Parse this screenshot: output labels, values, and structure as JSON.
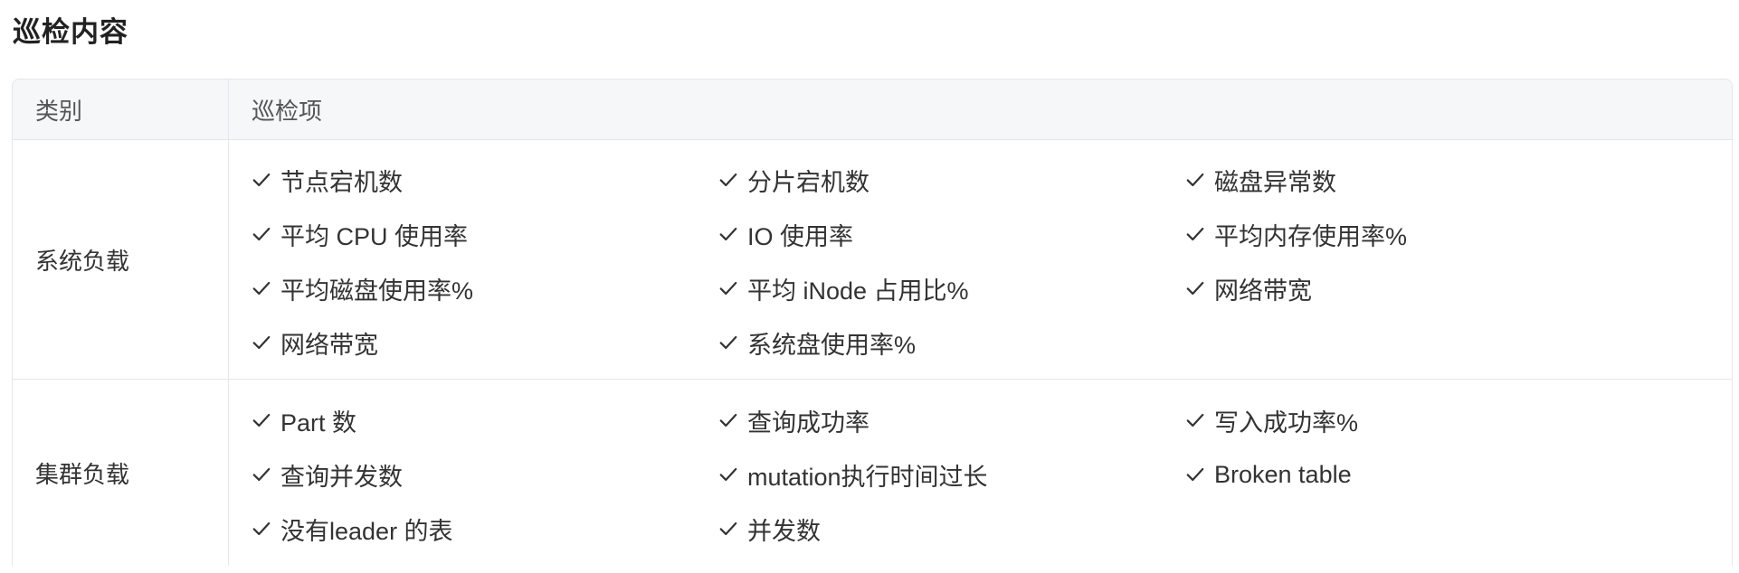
{
  "title": "巡检内容",
  "table": {
    "headers": {
      "category": "类别",
      "items": "巡检项"
    },
    "rows": [
      {
        "category": "系统负载",
        "items": [
          "节点宕机数",
          "分片宕机数",
          "磁盘异常数",
          "平均 CPU 使用率",
          "IO 使用率",
          "平均内存使用率%",
          "平均磁盘使用率%",
          "平均 iNode 占用比%",
          "网络带宽",
          "网络带宽",
          "系统盘使用率%"
        ]
      },
      {
        "category": "集群负载",
        "items": [
          "Part 数",
          "查询成功率",
          "写入成功率%",
          "查询并发数",
          "mutation执行时间过长",
          "Broken table",
          "没有leader 的表",
          "并发数"
        ]
      }
    ]
  },
  "icons": {
    "item_marker": "check-icon"
  }
}
